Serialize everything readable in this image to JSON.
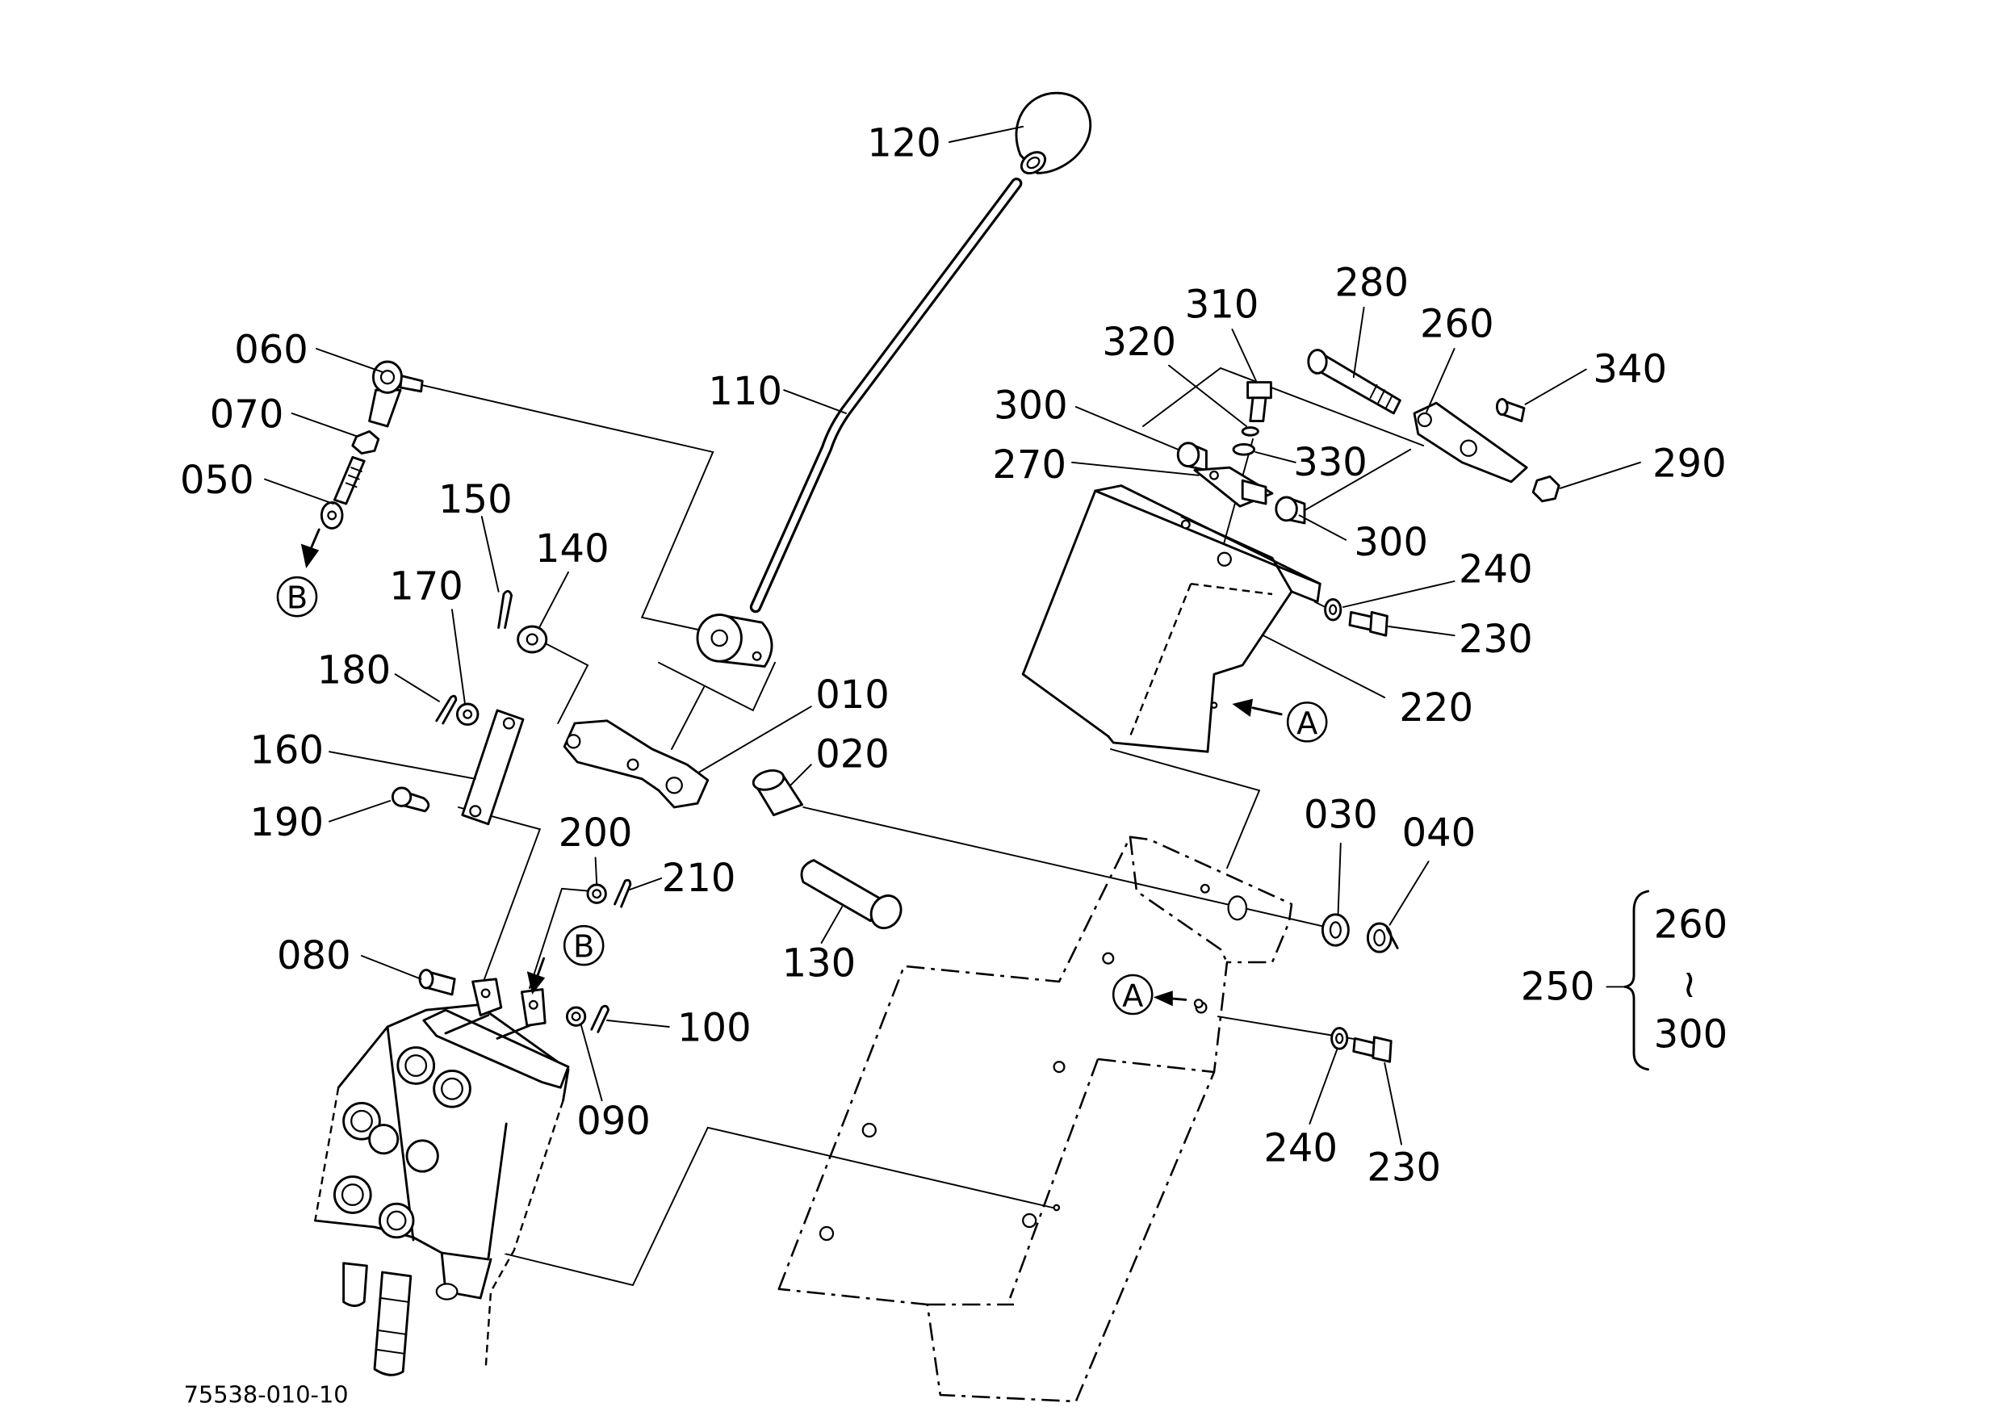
{
  "callouts": [
    "120",
    "110",
    "060",
    "070",
    "050",
    "150",
    "140",
    "170",
    "180",
    "160",
    "190",
    "010",
    "020",
    "130",
    "200",
    "210",
    "080",
    "100",
    "090",
    "280",
    "310",
    "260",
    "320",
    "340",
    "300",
    "330",
    "270",
    "290",
    "300",
    "240",
    "230",
    "220",
    "030",
    "040",
    "240",
    "230"
  ],
  "markers": [
    "B",
    "B",
    "A",
    "A"
  ],
  "assembly_group": {
    "number": "250",
    "range_start": "260",
    "range_symbol": "≀",
    "range_end": "300"
  },
  "figure_number": "75538-010-10",
  "colors": {
    "ink": "#000000",
    "paper": "#ffffff"
  }
}
